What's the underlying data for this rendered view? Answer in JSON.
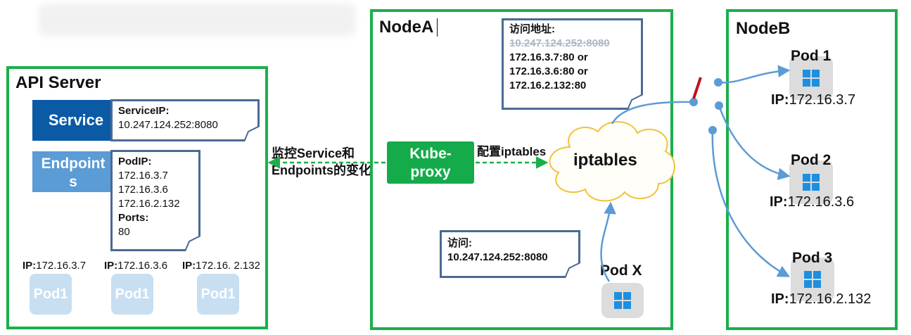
{
  "api_server": {
    "title": "API Server",
    "service_label": "Service",
    "endpoints_label_1": "Endpoint",
    "endpoints_label_2": "s",
    "service_note": {
      "key": "ServiceIP:",
      "value": "10.247.124.252:8080"
    },
    "endpoints_note": {
      "podip_key": "PodIP:",
      "ips": [
        "172.16.3.7",
        "172.16.3.6",
        "172.16.2.132"
      ],
      "ports_key": "Ports:",
      "ports_value": "80"
    },
    "pods": [
      {
        "ip_key": "IP:",
        "ip": "172.16.3.7",
        "label": "Pod1"
      },
      {
        "ip_key": "IP:",
        "ip": "172.16.3.6",
        "label": "Pod1"
      },
      {
        "ip_key": "IP:",
        "ip": "172.16. 2.132",
        "label": "Pod1"
      }
    ]
  },
  "watch_label": {
    "line1": "监控Service和",
    "line2": "Endpoints的变化"
  },
  "node_a": {
    "title": "NodeA",
    "kube_proxy_1": "Kube-",
    "kube_proxy_2": "proxy",
    "config_label": "配置iptables",
    "iptables_label": "iptables",
    "access_note": {
      "title": "访问地址:",
      "struck": "10.247.124.252:8080",
      "lines": [
        "172.16.3.7:80 or",
        "172.16.3.6:80 or",
        "172.16.2.132:80"
      ]
    },
    "client_note": {
      "title": "访问:",
      "value": "10.247.124.252:8080"
    },
    "pod_x_label": "Pod X"
  },
  "node_b": {
    "title": "NodeB",
    "pods": [
      {
        "label": "Pod 1",
        "ip_key": "IP:",
        "ip": "172.16.3.7"
      },
      {
        "label": "Pod 2",
        "ip_key": "IP:",
        "ip": "172.16.3.6"
      },
      {
        "label": "Pod 3",
        "ip_key": "IP:",
        "ip": "172.16.2.132"
      }
    ]
  },
  "colors": {
    "frame_green": "#1aaf4b",
    "service_blue": "#0b5aa6",
    "endpoints_blue": "#5b9bd6",
    "arrow_blue": "#5b9bd6",
    "switch_red": "#c0111a",
    "note_border": "#4a6a93",
    "cloud_stroke": "#f2c13a"
  }
}
